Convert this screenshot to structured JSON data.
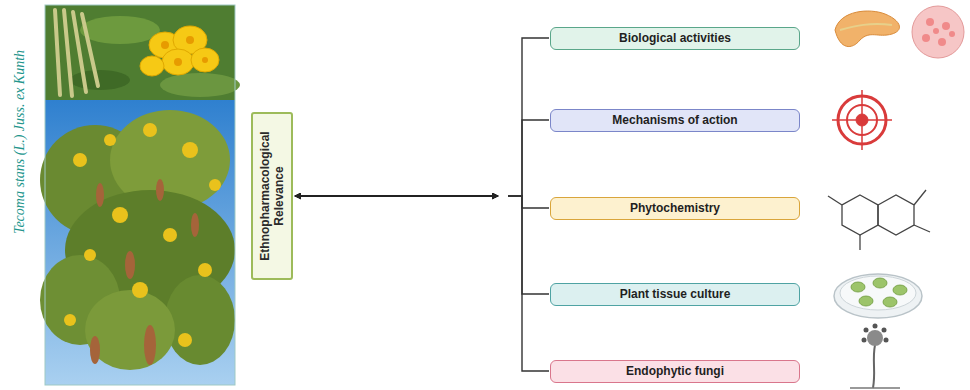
{
  "diagram": {
    "nodes": [
      {
        "text": [
          "Ethnopharmacological Relevance"
        ]
      },
      {
        "text": [
          "Biological activities"
        ]
      },
      {
        "text": [
          "Mechanisms of action"
        ]
      },
      {
        "text": [
          "Phytochemistry"
        ]
      },
      {
        "text": [
          "Plant tissue culture"
        ]
      },
      {
        "text": [
          "Endophytic fungi"
        ]
      }
    ],
    "edges": [
      {
        "from": 0,
        "to": 1,
        "arrow": "both"
      },
      {
        "from": 0,
        "to": 2,
        "arrow": "both"
      },
      {
        "from": 0,
        "to": 3,
        "arrow": "both"
      },
      {
        "from": 0,
        "to": 4,
        "arrow": "both"
      },
      {
        "from": 0,
        "to": 5,
        "arrow": "both"
      }
    ],
    "labels": [
      "Tecoma stans (L.) Juss. ex Kunth"
    ]
  }
}
